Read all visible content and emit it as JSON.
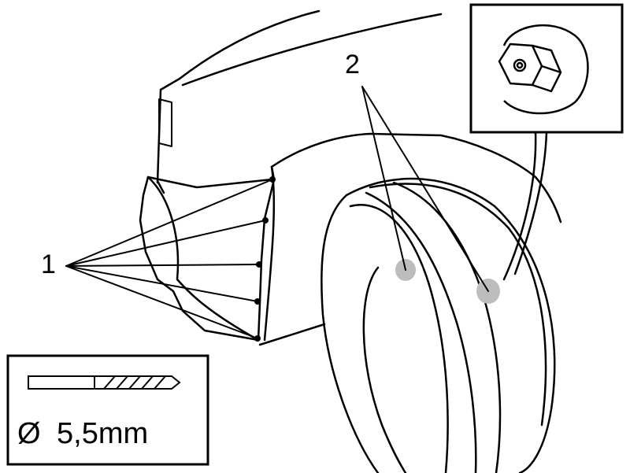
{
  "callouts": {
    "one": "1",
    "two": "2"
  },
  "drill_spec": {
    "diameter_symbol": "Ø",
    "size": "5,5mm"
  },
  "colors": {
    "line": "#000000",
    "paper": "#ffffff",
    "marker": "#bdbdbd"
  },
  "icons": {
    "drill_bit": "drill-bit-icon",
    "clip_nut": "clip-nut-icon"
  }
}
